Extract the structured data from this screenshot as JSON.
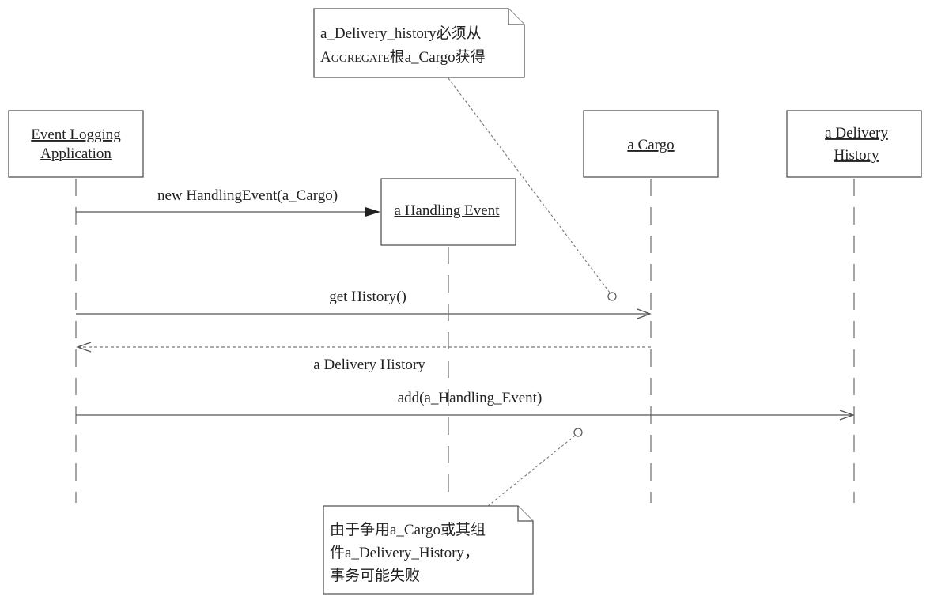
{
  "participants": {
    "event_logging": {
      "line1": "Event Logging",
      "line2": "Application"
    },
    "handling_event": {
      "label": "a Handling Event"
    },
    "cargo": {
      "label": "a Cargo"
    },
    "delivery_history": {
      "line1": "a Delivery",
      "line2": "History"
    }
  },
  "messages": {
    "create": "new HandlingEvent(a_Cargo)",
    "get_history": "get History()",
    "return_history": "a Delivery History",
    "add": "add(a_Handling_Event)"
  },
  "notes": {
    "top": {
      "line1": "a_Delivery_history必须从",
      "line2_cap": "A",
      "line2_small": "GGREGATE",
      "line2_rest": "根a_Cargo获得"
    },
    "bottom": {
      "line1": "由于争用a_Cargo或其组",
      "line2": "件a_Delivery_History，",
      "line3": "事务可能失败"
    }
  }
}
